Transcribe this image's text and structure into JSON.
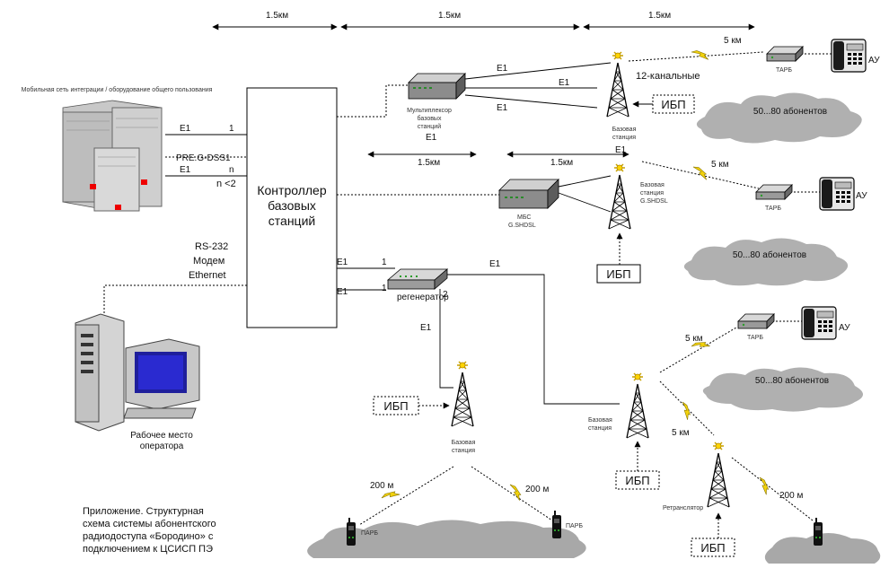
{
  "distances": {
    "top": [
      "1.5км",
      "1.5км",
      "1.5км"
    ],
    "mid": [
      "1.5км",
      "1.5км"
    ],
    "radio_5km": "5 км",
    "radio_200m": "200 м"
  },
  "controller": {
    "label_lines": [
      "Контроллер",
      "базовых",
      "станций"
    ]
  },
  "links": {
    "e1": "E1",
    "port_1": "1",
    "port_2": "2",
    "port_n": "n",
    "n_max": "n <2",
    "sdsl": "PRE.G-DSS1",
    "rs232_lines": [
      "RS-232",
      "Модем",
      "Ethernet"
    ],
    "channels_12": "12-канальные"
  },
  "nodes": {
    "exchange": "Мобильная сеть интеграции / оборудование общего пользования",
    "operator": "Рабочее место оператора",
    "multiplexer": "Мультиплексор базовых станций E1",
    "mbs": "МБС G.SHDSL",
    "regenerator": "регенератор",
    "bs_top": "Базовая станция E1",
    "bs_mid": "Базовая станция G.SHDSL",
    "bs_low_left": "Базовая станция",
    "bs_low_right": "Базовая станция",
    "repeater": "Ретранслятор"
  },
  "ups_label": "ИБП",
  "tarb_label": "ТАРБ",
  "au_label": "АУ",
  "parb_label": "ПАРБ",
  "clouds": {
    "c1": "50...80 абонентов",
    "c2": "50...80 абонентов",
    "c3": "50...80 абонентов"
  },
  "caption_lines": [
    "Приложение. Структурная",
    "схема системы абонентского",
    "радиодоступа «Бородино» с",
    "подключением к ЦСИСП ПЭ"
  ]
}
